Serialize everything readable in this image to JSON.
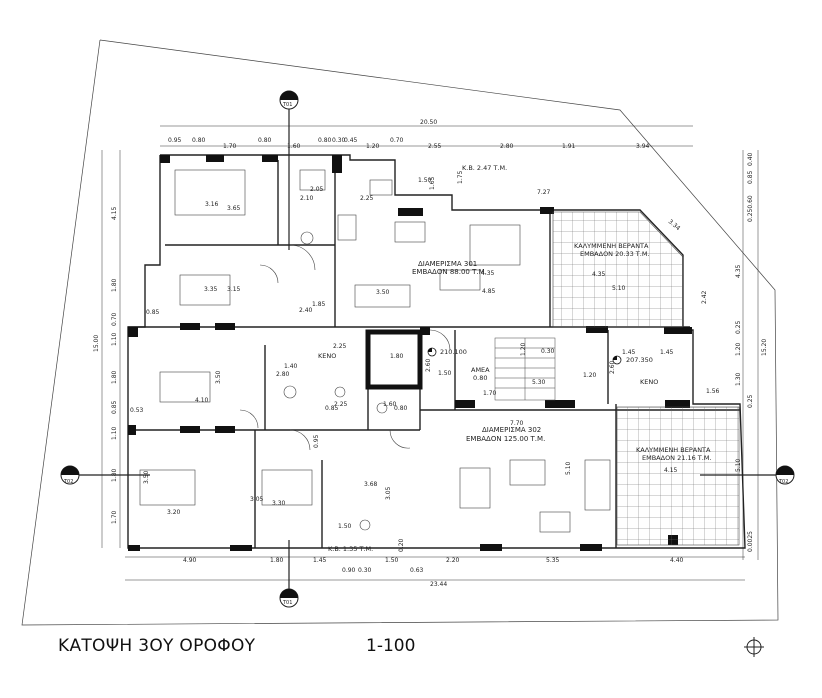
{
  "title": "ΚΑΤΟΨΗ 3ΟΥ ΟΡΟΦΟΥ",
  "scale": "1-100",
  "top_dims": {
    "overall": "20.50",
    "segments": [
      "0.95",
      "0.80",
      "1.70",
      "0.80",
      "1.60",
      "0.80",
      "0.30",
      "0.45",
      "1.20",
      "0.70",
      "2.55",
      "2.80",
      "1.91",
      "3.94"
    ]
  },
  "bottom_dims": {
    "overall": "23.44",
    "segments": [
      "4.90",
      "1.80",
      "1.45",
      "1.50",
      "2.20",
      "5.35",
      "4.40"
    ],
    "sub": [
      "0.90",
      "0.30",
      "0.63"
    ]
  },
  "left_dims": [
    "4.15",
    "1.80",
    "0.70",
    "1.10",
    "15.00",
    "1.80",
    "0.85",
    "1.10",
    "1.80",
    "1.70"
  ],
  "right_dims": [
    "0.40",
    "0.85",
    "0.250.60",
    "4.35",
    "0.25",
    "1.20",
    "1.30",
    "0.25",
    "15.20",
    "5.10",
    "0.0025"
  ],
  "section_markers": [
    "T01",
    "T02"
  ],
  "apartments": [
    {
      "name": "ΔΙΑΜΕΡΙΣΜΑ 301",
      "area": "ΕΜΒΑΔΟΝ 88.00 Τ.Μ."
    },
    {
      "name": "ΔΙΑΜΕΡΙΣΜΑ 302",
      "area": "ΕΜΒΑΔΟΝ 125.00 Τ.Μ."
    }
  ],
  "verandas": [
    {
      "name": "ΚΑΛΥΜΜΕΝΗ ΒΕΡΑΝΤΑ",
      "area": "ΕΜΒΑΔΟΝ 20.33 Τ.Μ."
    },
    {
      "name": "ΚΑΛΥΜΜΕΝΗ ΒΕΡΑΝΤΑ",
      "area": "ΕΜΒΑΔΟΝ 21.16 Τ.Μ."
    }
  ],
  "labels": {
    "kb_top": "Κ.Β. 2.47 Τ.Μ.",
    "kb_bottom": "Κ.Β. 1.35 Τ.Μ.",
    "keno1": "ΚΕΝΟ",
    "keno2": "ΚΕΝΟ",
    "ameA": "ΑΜΕΑ",
    "ameA_dim": "0.80",
    "level1": "210.100",
    "level2": "207.350"
  },
  "room_dims": [
    "3.16",
    "3.65",
    "2.05",
    "2.10",
    "2.25",
    "1.50",
    "1.65",
    "1.75",
    "7.27",
    "3.34",
    "4.35",
    "4.35",
    "5.10",
    "3.35",
    "3.15",
    "3.50",
    "4.85",
    "2.42",
    "2.40",
    "1.85",
    "2.25",
    "1.80",
    "1.20",
    "0.30",
    "1.45",
    "1.45",
    "1.40",
    "2.80",
    "4.10",
    "3.50",
    "1.50",
    "5.30",
    "1.20",
    "1.70",
    "1.56",
    "2.25",
    "1.60",
    "0.85",
    "0.80",
    "7.70",
    "4.15",
    "3.50",
    "3.20",
    "3.05",
    "3.30",
    "3.68",
    "3.05",
    "5.10",
    "0.95",
    "1.50",
    "0.53",
    "0.85",
    "0.20",
    "2.60",
    "2.60"
  ]
}
